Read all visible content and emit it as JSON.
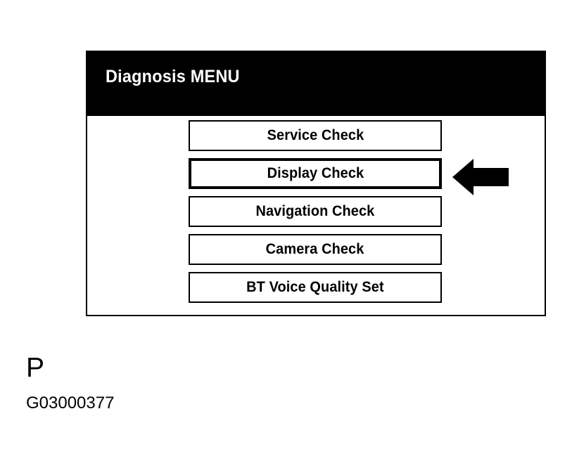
{
  "screen": {
    "header": {
      "title": "Diagnosis MENU",
      "background_color": "#000000",
      "text_color": "#FFFFFF"
    },
    "body": {
      "background_color": "#FFFFFF",
      "border_color": "#000000"
    },
    "menu_items": [
      {
        "label": "Service Check",
        "selected": false
      },
      {
        "label": "Display Check",
        "selected": true
      },
      {
        "label": "Navigation Check",
        "selected": false
      },
      {
        "label": "Camera Check",
        "selected": false
      },
      {
        "label": "BT Voice Quality Set",
        "selected": false
      }
    ]
  },
  "annotation": {
    "arrow": {
      "icon": "arrow-left-icon",
      "direction": "left",
      "color": "#000000",
      "points_at": "Display Check"
    }
  },
  "caption": {
    "letter": "P",
    "code": "G03000377",
    "color": "#000000"
  }
}
